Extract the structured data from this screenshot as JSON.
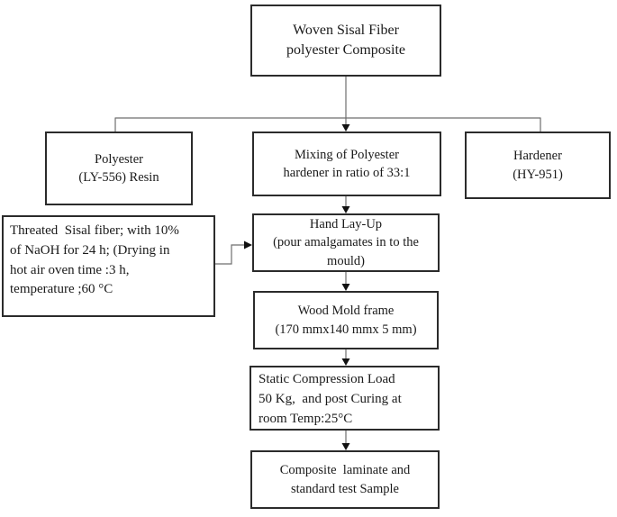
{
  "colors": {
    "line": "#6e6e6e",
    "arrow": "#111111",
    "border": "#2b2b2b",
    "background": "#ffffff"
  },
  "flowchart": {
    "top": "Woven Sisal Fiber\npolyester Composite",
    "polyester": "Polyester\n(LY-556) Resin",
    "mixing": "Mixing of Polyester\nhardener in ratio of 33:1",
    "hardener": "Hardener\n(HY-951)",
    "pretreatment": "Threated  Sisal fiber; with 10%\nof NaOH for 24 h; (Drying in\nhot air oven time :3 h,\ntemperature ;60 °C",
    "hand_layup": "Hand Lay-Up\n(pour amalgamates in to the\nmould)",
    "wood_mold": "Wood Mold frame\n(170 mmx140 mmx 5 mm)",
    "compression": "Static Compression Load\n50 Kg,  and post Curing at\nroom Temp:25°C",
    "composite": "Composite  laminate and\nstandard test Sample"
  }
}
